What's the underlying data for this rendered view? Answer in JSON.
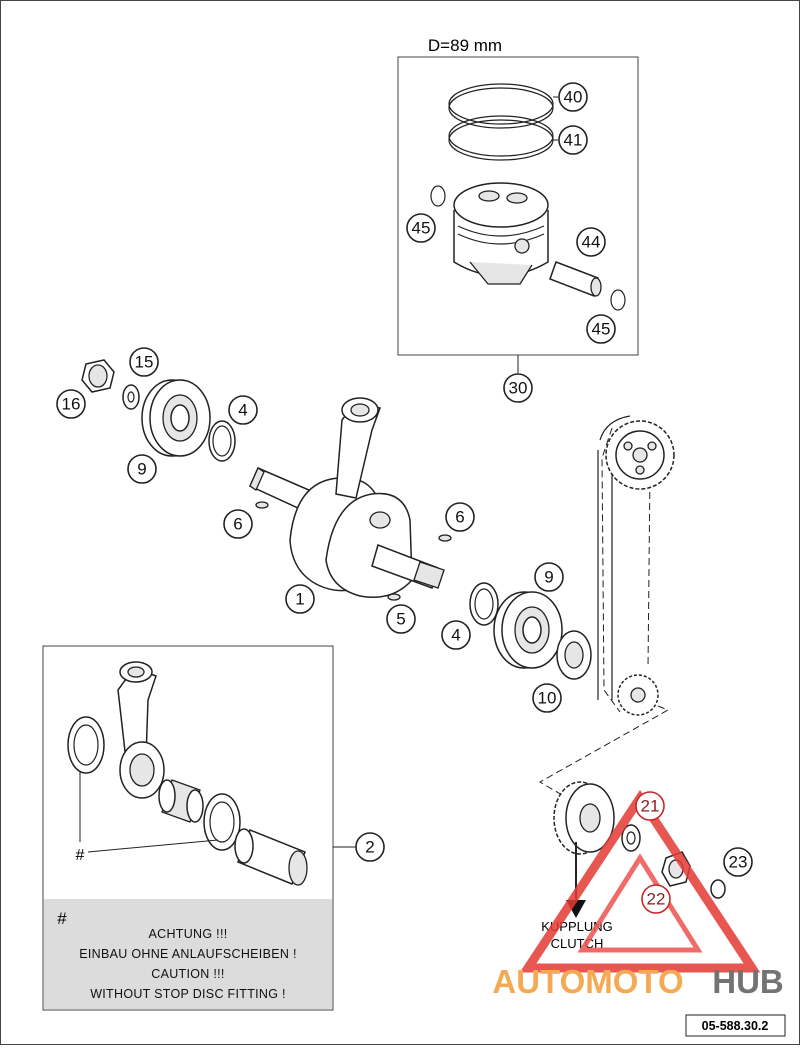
{
  "diameter_label": "D=89 mm",
  "callouts": {
    "c1": "1",
    "c2": "2",
    "c4a": "4",
    "c4b": "4",
    "c5": "5",
    "c6a": "6",
    "c6b": "6",
    "c9a": "9",
    "c9b": "9",
    "c10": "10",
    "c15": "15",
    "c16": "16",
    "c21": "21",
    "c22": "22",
    "c23": "23",
    "c30": "30",
    "c40": "40",
    "c41": "41",
    "c44": "44",
    "c45a": "45",
    "c45b": "45"
  },
  "note": {
    "hash": "#",
    "lines": [
      "ACHTUNG !!!",
      "EINBAU OHNE ANLAUFSCHEIBEN !",
      "CAUTION !!!",
      "WITHOUT STOP DISC FITTING !"
    ]
  },
  "hash_marker": "#",
  "clutch": {
    "line1": "KUPPLUNG",
    "line2": "CLUTCH"
  },
  "watermark": {
    "part1": "AUTOMOTO",
    "part2": "HUB"
  },
  "drawing_number": "05-588.30.2",
  "colors": {
    "watermark_orange": "#f39c34",
    "watermark_red": "#e53935",
    "watermark_dark": "#5b5b5b"
  }
}
